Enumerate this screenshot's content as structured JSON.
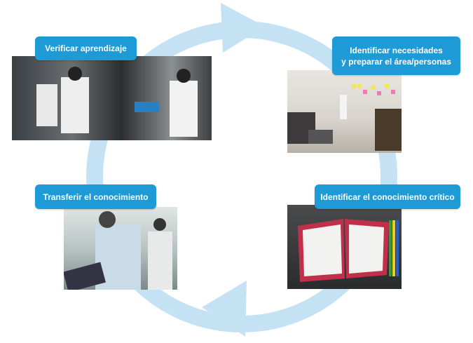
{
  "steps": [
    {
      "label": "Verificar aprendizaje"
    },
    {
      "label_line1": "Identificar necesidades",
      "label_line2": "y preparar el área/personas"
    },
    {
      "label": "Identificar el conocimiento crítico"
    },
    {
      "label": "Transferir el conocimiento"
    }
  ],
  "colors": {
    "label_bg": "#1e9ad6",
    "ring": "#c5e2f5"
  }
}
